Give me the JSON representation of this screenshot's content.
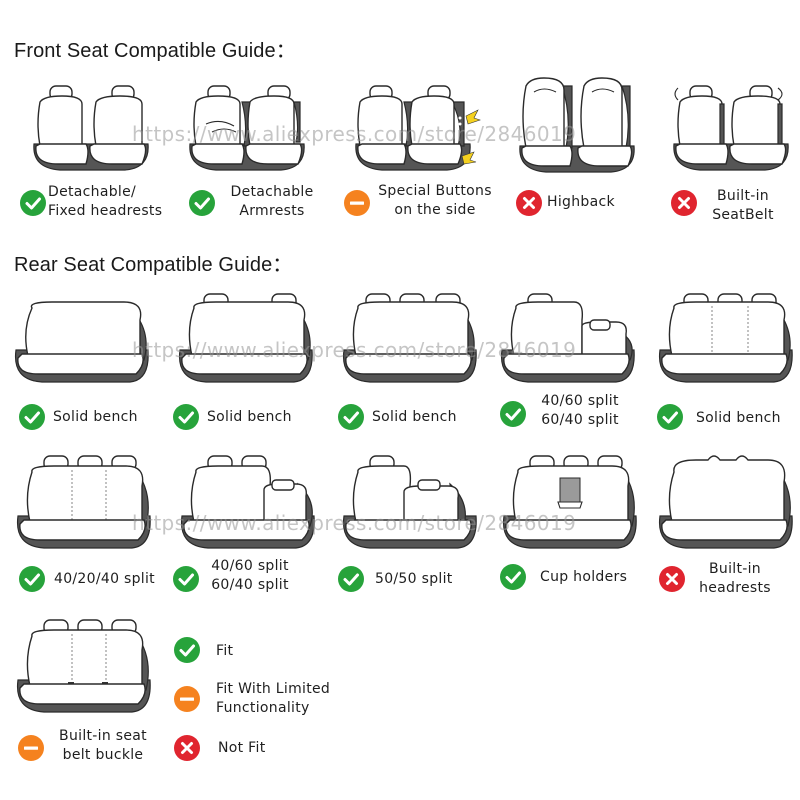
{
  "front_heading": "Front Seat Compatible Guide：",
  "rear_heading": "Rear Seat Compatible Guide：",
  "watermark": "https://www.aliexpress.com/store/2846019",
  "colors": {
    "fit": "#27a33b",
    "limited": "#f5821f",
    "not_fit": "#e0252f"
  },
  "front": [
    {
      "line1": "Detachable/",
      "line2": "Fixed headrests",
      "status": "fit"
    },
    {
      "line1": "Detachable",
      "line2": "Armrests",
      "status": "fit"
    },
    {
      "line1": "Special Buttons",
      "line2": "on the side",
      "status": "limited"
    },
    {
      "line1": "Highback",
      "line2": "",
      "status": "not_fit"
    },
    {
      "line1": "Built-in",
      "line2": "SeatBelt",
      "status": "not_fit"
    }
  ],
  "rear_row1": [
    {
      "line1": "Solid bench",
      "line2": "",
      "status": "fit"
    },
    {
      "line1": "Solid bench",
      "line2": "",
      "status": "fit"
    },
    {
      "line1": "Solid bench",
      "line2": "",
      "status": "fit"
    },
    {
      "line1": "40/60 split",
      "line2": "60/40 split",
      "status": "fit"
    },
    {
      "line1": "Solid bench",
      "line2": "",
      "status": "fit"
    }
  ],
  "rear_row2": [
    {
      "line1": "40/20/40 split",
      "line2": "",
      "status": "fit"
    },
    {
      "line1": "40/60 split",
      "line2": "60/40 split",
      "status": "fit"
    },
    {
      "line1": "50/50 split",
      "line2": "",
      "status": "fit"
    },
    {
      "line1": "Cup holders",
      "line2": "",
      "status": "fit"
    },
    {
      "line1": "Built-in",
      "line2": "headrests",
      "status": "not_fit"
    }
  ],
  "rear_row3": [
    {
      "line1": "Built-in seat",
      "line2": "belt buckle",
      "status": "limited"
    }
  ],
  "legend": [
    {
      "line1": "Fit",
      "line2": "",
      "status": "fit"
    },
    {
      "line1": "Fit With Limited",
      "line2": "Functionality",
      "status": "limited"
    },
    {
      "line1": "Not Fit",
      "line2": "",
      "status": "not_fit"
    }
  ]
}
